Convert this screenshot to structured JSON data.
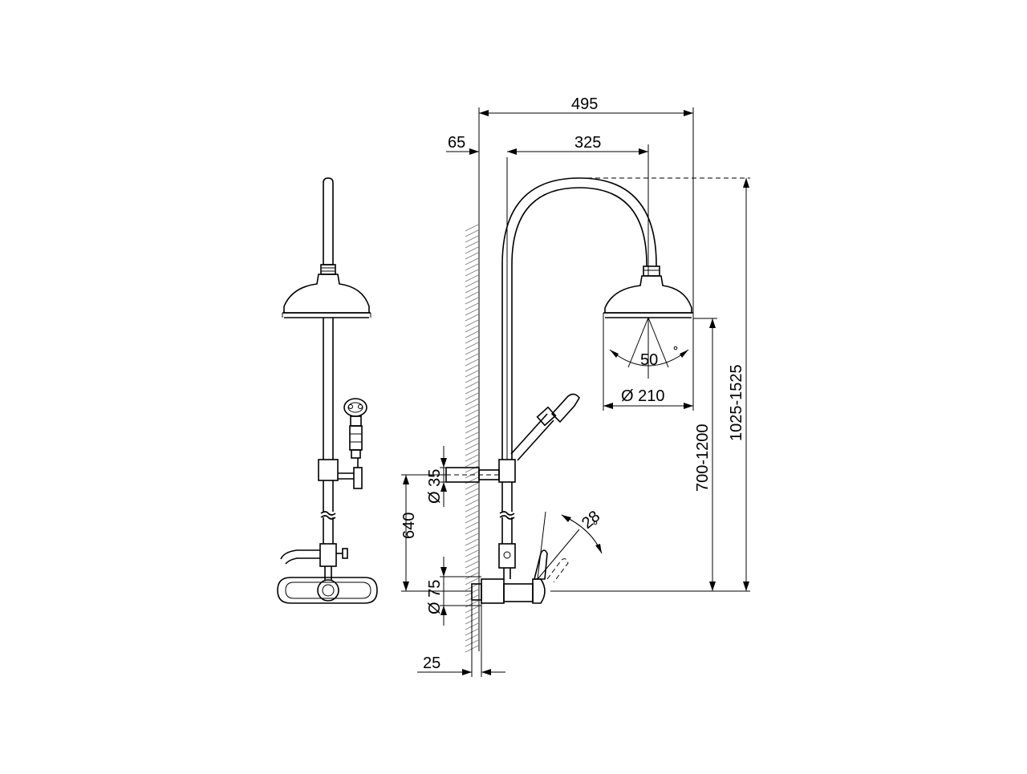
{
  "dimensions": {
    "overall_width": "495",
    "head_projection": "325",
    "wall_offset": "65",
    "overall_height": "1025-1525",
    "head_height": "700-1200",
    "head_diameter": "Ø 210",
    "spray_angle": "50",
    "spray_angle_unit": "°",
    "handle_angle": "28",
    "handle_angle_unit": "°",
    "bracket_diameter": "Ø 35",
    "bracket_to_mixer": "640",
    "mixer_diameter": "Ø 75",
    "wall_thickness": "25"
  }
}
